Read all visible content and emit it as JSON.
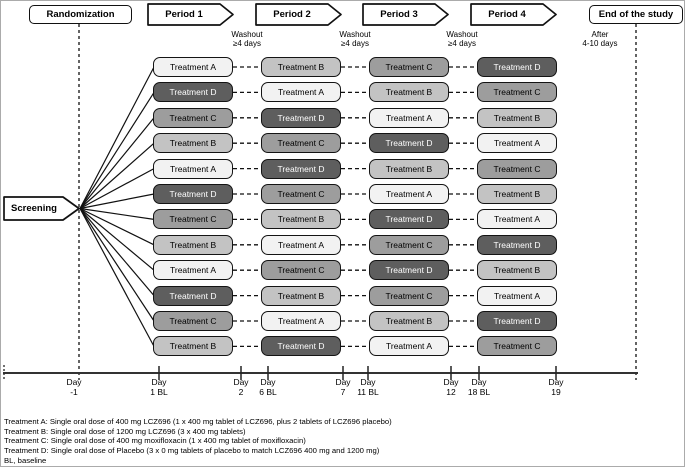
{
  "header": {
    "randomization": "Randomization",
    "periods": [
      "Period 1",
      "Period 2",
      "Period 3",
      "Period 4"
    ],
    "end_of_study": "End of the study",
    "washout": [
      "Washout",
      "≥4 days"
    ],
    "after": [
      "After",
      "4-10 days"
    ]
  },
  "screening_label": "Screening",
  "treatment_names": {
    "A": "Treatment A",
    "B": "Treatment B",
    "C": "Treatment C",
    "D": "Treatment D"
  },
  "treatment_colors": {
    "A": {
      "fill": "#f2f2f2",
      "text": "#000000"
    },
    "B": {
      "fill": "#c3c3c3",
      "text": "#000000"
    },
    "C": {
      "fill": "#9d9d9d",
      "text": "#000000"
    },
    "D": {
      "fill": "#5e5e5e",
      "text": "#ffffff"
    }
  },
  "sequences": [
    [
      "A",
      "B",
      "C",
      "D"
    ],
    [
      "D",
      "A",
      "B",
      "C"
    ],
    [
      "C",
      "D",
      "A",
      "B"
    ],
    [
      "B",
      "C",
      "D",
      "A"
    ],
    [
      "A",
      "D",
      "B",
      "C"
    ],
    [
      "D",
      "C",
      "A",
      "B"
    ],
    [
      "C",
      "B",
      "D",
      "A"
    ],
    [
      "B",
      "A",
      "C",
      "D"
    ],
    [
      "A",
      "C",
      "D",
      "B"
    ],
    [
      "D",
      "B",
      "C",
      "A"
    ],
    [
      "C",
      "A",
      "B",
      "D"
    ],
    [
      "B",
      "D",
      "A",
      "C"
    ]
  ],
  "timeline": {
    "days": [
      {
        "line1": "Day",
        "line2": "-1"
      },
      {
        "line1": "Day",
        "line2": "1 BL"
      },
      {
        "line1": "Day",
        "line2": "2"
      },
      {
        "line1": "Day",
        "line2": "6 BL"
      },
      {
        "line1": "Day",
        "line2": "7"
      },
      {
        "line1": "Day",
        "line2": "11 BL"
      },
      {
        "line1": "Day",
        "line2": "12"
      },
      {
        "line1": "Day",
        "line2": "18 BL"
      },
      {
        "line1": "Day",
        "line2": "19"
      }
    ]
  },
  "footnotes": [
    "Treatment A: Single oral dose of 400 mg LCZ696 (1 x 400 mg tablet of LCZ696, plus 2 tablets of LCZ696 placebo)",
    "Treatment B: Single oral dose of 1200 mg LCZ696 (3 x 400 mg tablets)",
    "Treatment C: Single oral dose of 400 mg moxifloxacin (1 x 400 mg tablet of moxifloxacin)",
    "Treatment D: Single oral dose of Placebo (3 x 0 mg tablets of placebo to match LCZ696 400 mg and 1200 mg)",
    "BL, baseline"
  ]
}
